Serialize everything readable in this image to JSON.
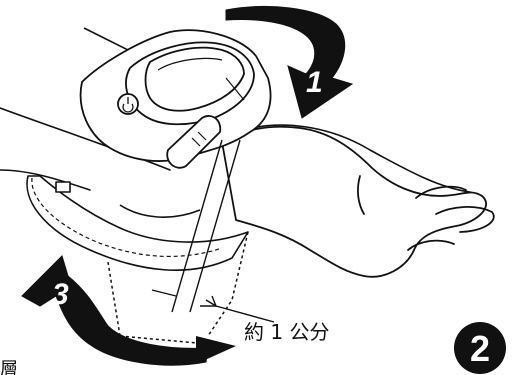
{
  "diagram": {
    "step_badge": "2",
    "arrow_top_label": "1",
    "arrow_left_label": "3",
    "measure_label": "約 1 公分",
    "corner_fragment": "層"
  }
}
